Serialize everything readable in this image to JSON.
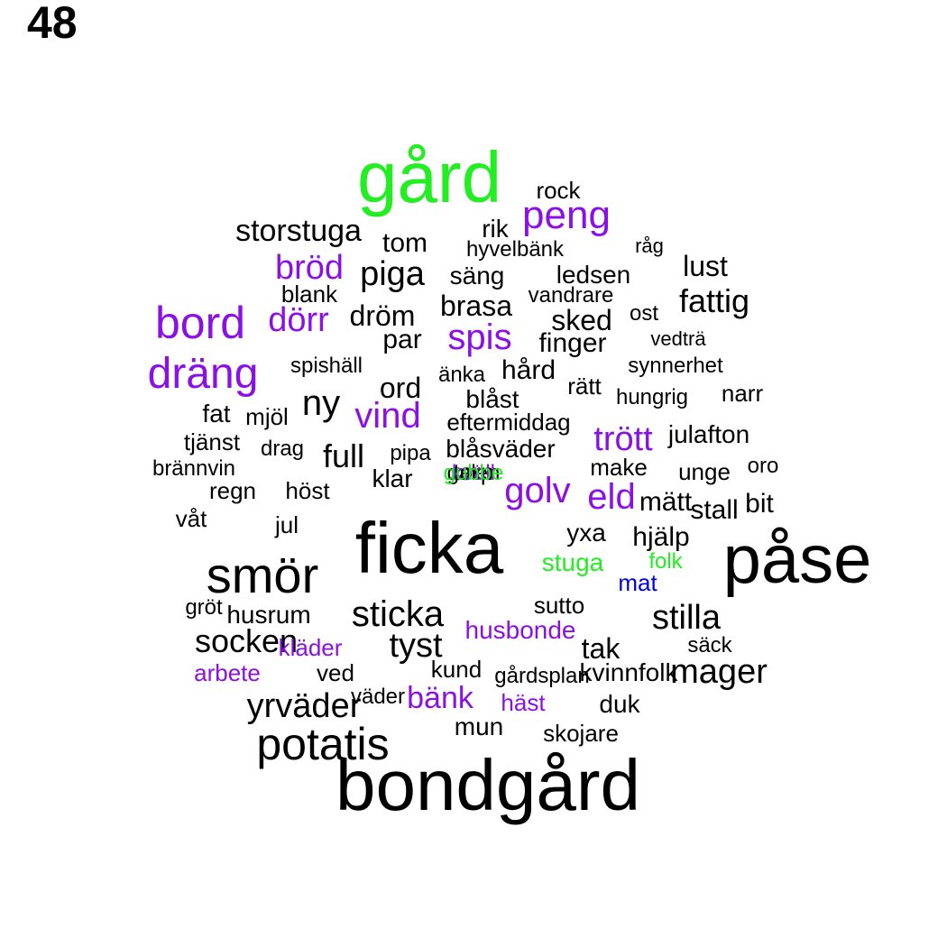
{
  "page_number": "48",
  "colors": {
    "green": "#22ee22",
    "blue": "#0000ee",
    "purple": "#8b10e8",
    "black": "#000000"
  },
  "words": [
    {
      "text": "gård",
      "color": "green"
    },
    {
      "text": "rock",
      "color": "black"
    },
    {
      "text": "peng",
      "color": "purple"
    },
    {
      "text": "storstuga",
      "color": "black"
    },
    {
      "text": "rik",
      "color": "black"
    },
    {
      "text": "tom",
      "color": "black"
    },
    {
      "text": "hyvelbänk",
      "color": "black"
    },
    {
      "text": "råg",
      "color": "black"
    },
    {
      "text": "lust",
      "color": "black"
    },
    {
      "text": "bröd",
      "color": "purple"
    },
    {
      "text": "piga",
      "color": "black"
    },
    {
      "text": "säng",
      "color": "black"
    },
    {
      "text": "ledsen",
      "color": "black"
    },
    {
      "text": "blank",
      "color": "black"
    },
    {
      "text": "vandrare",
      "color": "black"
    },
    {
      "text": "fattig",
      "color": "black"
    },
    {
      "text": "bord",
      "color": "purple"
    },
    {
      "text": "dörr",
      "color": "purple"
    },
    {
      "text": "brasa",
      "color": "black"
    },
    {
      "text": "dröm",
      "color": "black"
    },
    {
      "text": "sked",
      "color": "black"
    },
    {
      "text": "ost",
      "color": "black"
    },
    {
      "text": "par",
      "color": "black"
    },
    {
      "text": "spis",
      "color": "purple"
    },
    {
      "text": "finger",
      "color": "black"
    },
    {
      "text": "vedträ",
      "color": "black"
    },
    {
      "text": "dräng",
      "color": "purple"
    },
    {
      "text": "spishäll",
      "color": "black"
    },
    {
      "text": "änka",
      "color": "black"
    },
    {
      "text": "hård",
      "color": "black"
    },
    {
      "text": "synnerhet",
      "color": "black"
    },
    {
      "text": "ord",
      "color": "black"
    },
    {
      "text": "rätt",
      "color": "black"
    },
    {
      "text": "blåst",
      "color": "black"
    },
    {
      "text": "hungrig",
      "color": "black"
    },
    {
      "text": "narr",
      "color": "black"
    },
    {
      "text": "ny",
      "color": "black"
    },
    {
      "text": "fat",
      "color": "black"
    },
    {
      "text": "mjöl",
      "color": "black"
    },
    {
      "text": "vind",
      "color": "purple"
    },
    {
      "text": "eftermiddag",
      "color": "black"
    },
    {
      "text": "trött",
      "color": "purple"
    },
    {
      "text": "julafton",
      "color": "black"
    },
    {
      "text": "tjänst",
      "color": "black"
    },
    {
      "text": "drag",
      "color": "black"
    },
    {
      "text": "full",
      "color": "black"
    },
    {
      "text": "pipa",
      "color": "black"
    },
    {
      "text": "blåsväder",
      "color": "black"
    },
    {
      "text": "brännvin",
      "color": "black"
    },
    {
      "text": "klar",
      "color": "black"
    },
    {
      "text": "torp",
      "color": "black"
    },
    {
      "text": "make",
      "color": "black"
    },
    {
      "text": "unge",
      "color": "black"
    },
    {
      "text": "oro",
      "color": "black"
    },
    {
      "text": "regn",
      "color": "black"
    },
    {
      "text": "höst",
      "color": "black"
    },
    {
      "text": "golv",
      "color": "purple"
    },
    {
      "text": "eld",
      "color": "purple"
    },
    {
      "text": "mätt",
      "color": "black"
    },
    {
      "text": "stall",
      "color": "black"
    },
    {
      "text": "bit",
      "color": "black"
    },
    {
      "text": "våt",
      "color": "black"
    },
    {
      "text": "jul",
      "color": "black"
    },
    {
      "text": "yxa",
      "color": "black"
    },
    {
      "text": "hjälp",
      "color": "black"
    },
    {
      "text": "ficka",
      "color": "black"
    },
    {
      "text": "påse",
      "color": "black"
    },
    {
      "text": "smör",
      "color": "black"
    },
    {
      "text": "stuga",
      "color": "green"
    },
    {
      "text": "folk",
      "color": "green"
    },
    {
      "text": "mat",
      "color": "blue"
    },
    {
      "text": "gröt",
      "color": "black"
    },
    {
      "text": "husrum",
      "color": "black"
    },
    {
      "text": "sticka",
      "color": "black"
    },
    {
      "text": "sutto",
      "color": "black"
    },
    {
      "text": "stilla",
      "color": "black"
    },
    {
      "text": "husbonde",
      "color": "purple"
    },
    {
      "text": "socken",
      "color": "black"
    },
    {
      "text": "kläder",
      "color": "purple"
    },
    {
      "text": "tyst",
      "color": "black"
    },
    {
      "text": "tak",
      "color": "black"
    },
    {
      "text": "säck",
      "color": "black"
    },
    {
      "text": "arbete",
      "color": "purple"
    },
    {
      "text": "ved",
      "color": "black"
    },
    {
      "text": "kund",
      "color": "black"
    },
    {
      "text": "gårdsplan",
      "color": "black"
    },
    {
      "text": "kvinnfolk",
      "color": "black"
    },
    {
      "text": "mager",
      "color": "black"
    },
    {
      "text": "yrväder",
      "color": "black"
    },
    {
      "text": "väder",
      "color": "black"
    },
    {
      "text": "bänk",
      "color": "purple"
    },
    {
      "text": "häst",
      "color": "purple"
    },
    {
      "text": "duk",
      "color": "black"
    },
    {
      "text": "mun",
      "color": "black"
    },
    {
      "text": "skojare",
      "color": "black"
    },
    {
      "text": "potatis",
      "color": "black"
    },
    {
      "text": "bondgård",
      "color": "black"
    },
    {
      "text": "galen",
      "color": "black"
    },
    {
      "text": "kväll",
      "color": "purple"
    },
    {
      "text": "gubbe",
      "color": "green"
    }
  ]
}
